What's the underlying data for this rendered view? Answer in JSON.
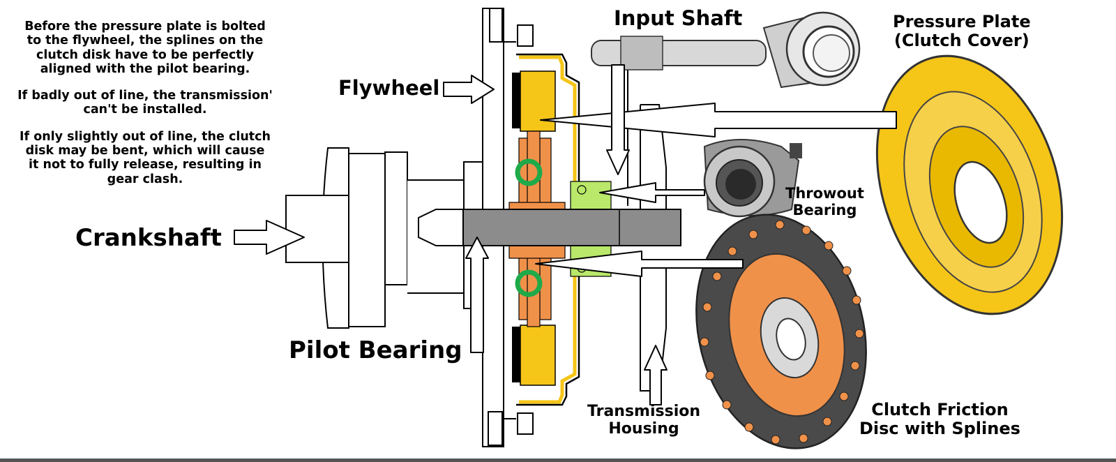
{
  "note": {
    "paragraphs": [
      "Before the pressure plate is bolted\nto the flywheel, the splines on the\nclutch disk have to be perfectly\naligned with the pilot bearing.",
      "If badly out of line, the transmission'\ncan't be installed.",
      "If only slightly out of line, the clutch\ndisk may be bent, which will cause\nit not to fully release, resulting in\ngear clash."
    ]
  },
  "labels": {
    "crankshaft": "Crankshaft",
    "flywheel": "Flywheel",
    "pilot_bearing": "Pilot Bearing",
    "input_shaft": "Input Shaft",
    "pressure_plate_line1": "Pressure Plate",
    "pressure_plate_line2": "(Clutch Cover)",
    "throwout_line1": "Throwout",
    "throwout_line2": "Bearing",
    "transmission_line1": "Transmission",
    "transmission_line2": "Housing",
    "clutch_disc_line1": "Clutch Friction",
    "clutch_disc_line2": "Disc with Splines"
  },
  "colors": {
    "yellow": "#f5c518",
    "orange": "#f0914a",
    "green": "#1faa4a",
    "lime": "#b9e86a",
    "shaft_gray": "#8c8c8c",
    "dark_gray": "#3a3a3a"
  }
}
